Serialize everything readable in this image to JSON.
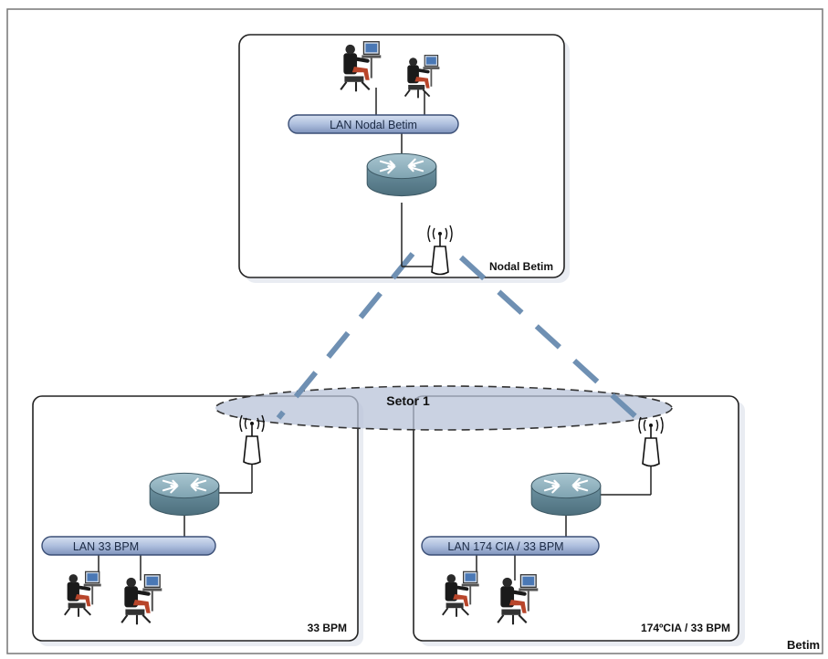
{
  "diagram": {
    "sites": {
      "top": {
        "label": "Nodal Betim",
        "lan_label": "LAN Nodal Betim"
      },
      "left": {
        "label": "33 BPM",
        "lan_label": "LAN 33 BPM"
      },
      "right": {
        "label": "174ºCIA / 33 BPM",
        "lan_label": "LAN 174 CIA / 33 BPM"
      }
    },
    "sector_label": "Setor 1",
    "corner_label": "Betim",
    "colors": {
      "lan_bar": "#aebfde",
      "lan_bar_border": "#3b4f76",
      "router": "#7fa3b1",
      "sector_ellipse": "#b8c3d8",
      "link_dash": "#6f90b3",
      "box_border": "#222222"
    }
  }
}
